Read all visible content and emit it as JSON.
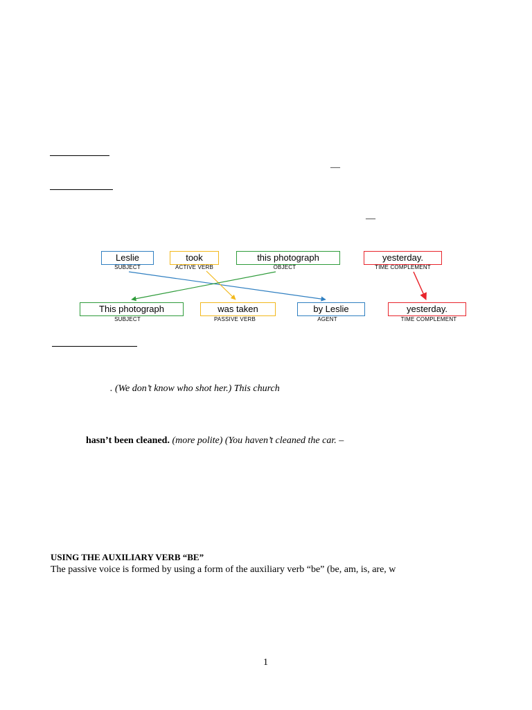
{
  "diagram": {
    "active": [
      {
        "label": "Leslie",
        "caption": "SUBJECT",
        "color": "#2f7fc1"
      },
      {
        "label": "took",
        "caption": "ACTIVE VERB",
        "color": "#f2b81b"
      },
      {
        "label": "this photograph",
        "caption": "OBJECT",
        "color": "#2e9b3a"
      },
      {
        "label": "yesterday.",
        "caption": "TIME COMPLEMENT",
        "color": "#e8242b"
      }
    ],
    "passive": [
      {
        "label": "This photograph",
        "caption": "SUBJECT",
        "color": "#2e9b3a"
      },
      {
        "label": "was taken",
        "caption": "PASSIVE VERB",
        "color": "#f2b81b"
      },
      {
        "label": "by Leslie",
        "caption": "AGENT",
        "color": "#2f7fc1"
      },
      {
        "label": "yesterday.",
        "caption": "TIME COMPLEMENT",
        "color": "#e8242b"
      }
    ]
  },
  "text": {
    "dash1": "—",
    "dash2": "—",
    "example1": ". (We don’t know who shot her.) This church",
    "example2_bold": "hasn’t been cleaned.",
    "example2_italic": " (more polite) (You haven’t cleaned the car.",
    "example2_tail": " –",
    "heading": "USING THE AUXILIARY VERB “BE”",
    "paragraph": "The passive voice is formed by using a form of the auxiliary verb “be” (be, am, is, are, w",
    "page_number": "1"
  }
}
